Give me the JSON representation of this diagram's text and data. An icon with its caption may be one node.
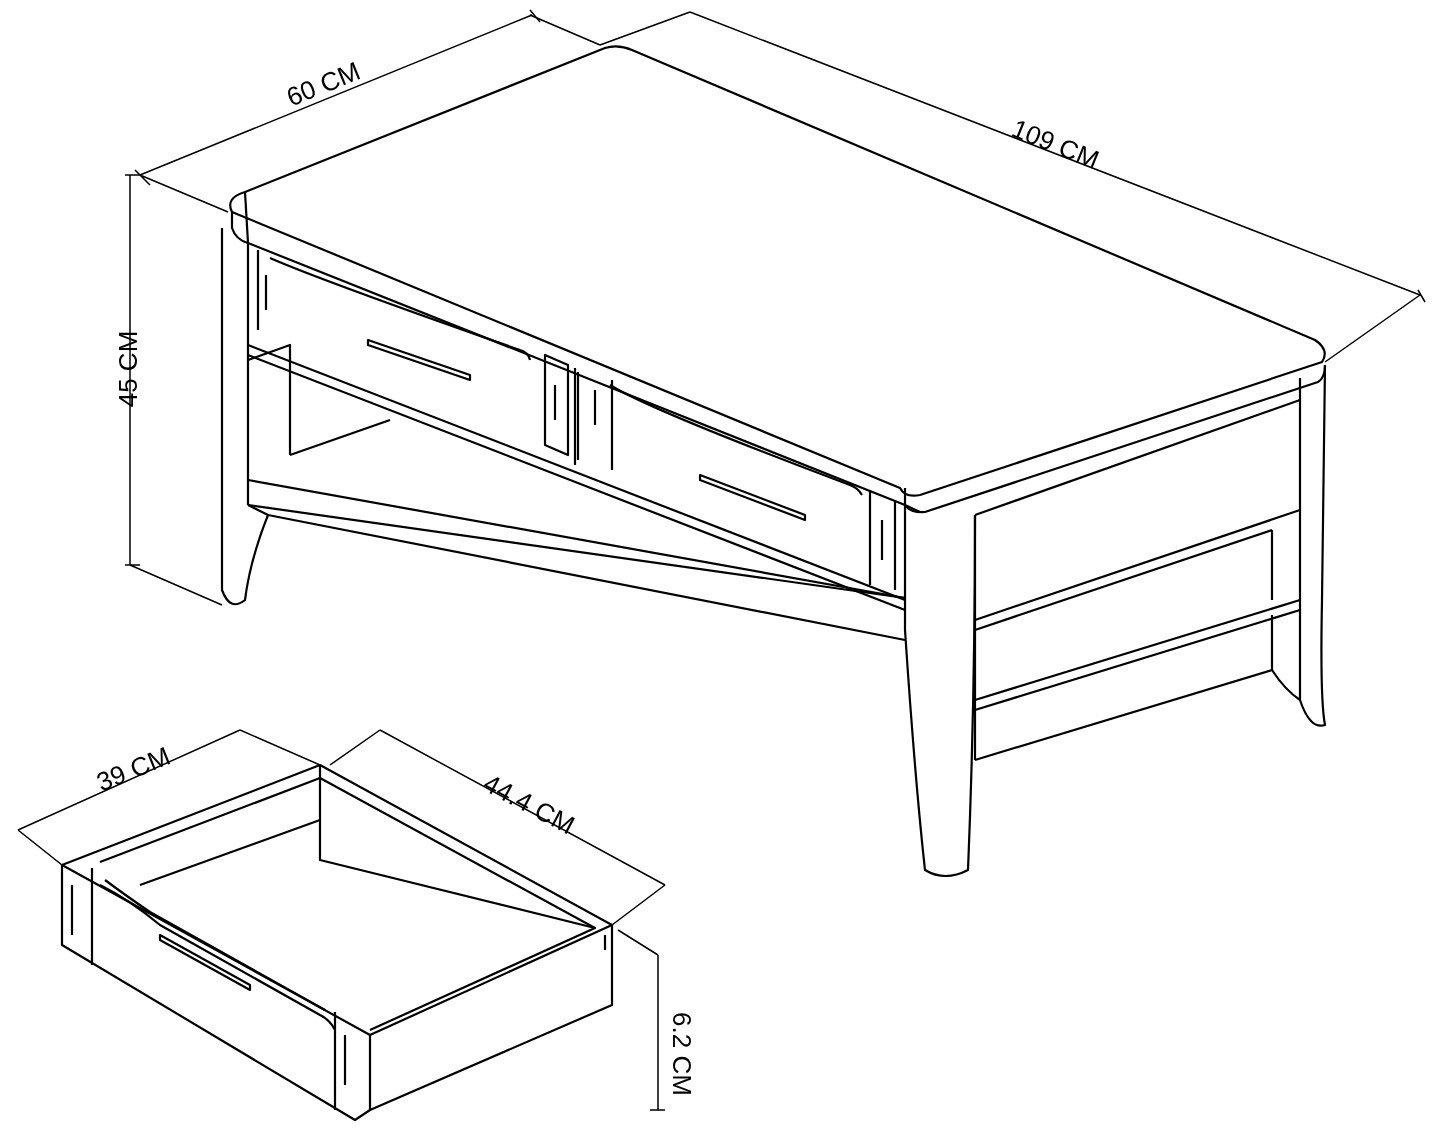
{
  "diagram": {
    "labels": [
      "60 CM",
      "109 CM",
      "45 CM",
      "39 CM",
      "44.4 CM",
      "6.2 CM"
    ]
  }
}
